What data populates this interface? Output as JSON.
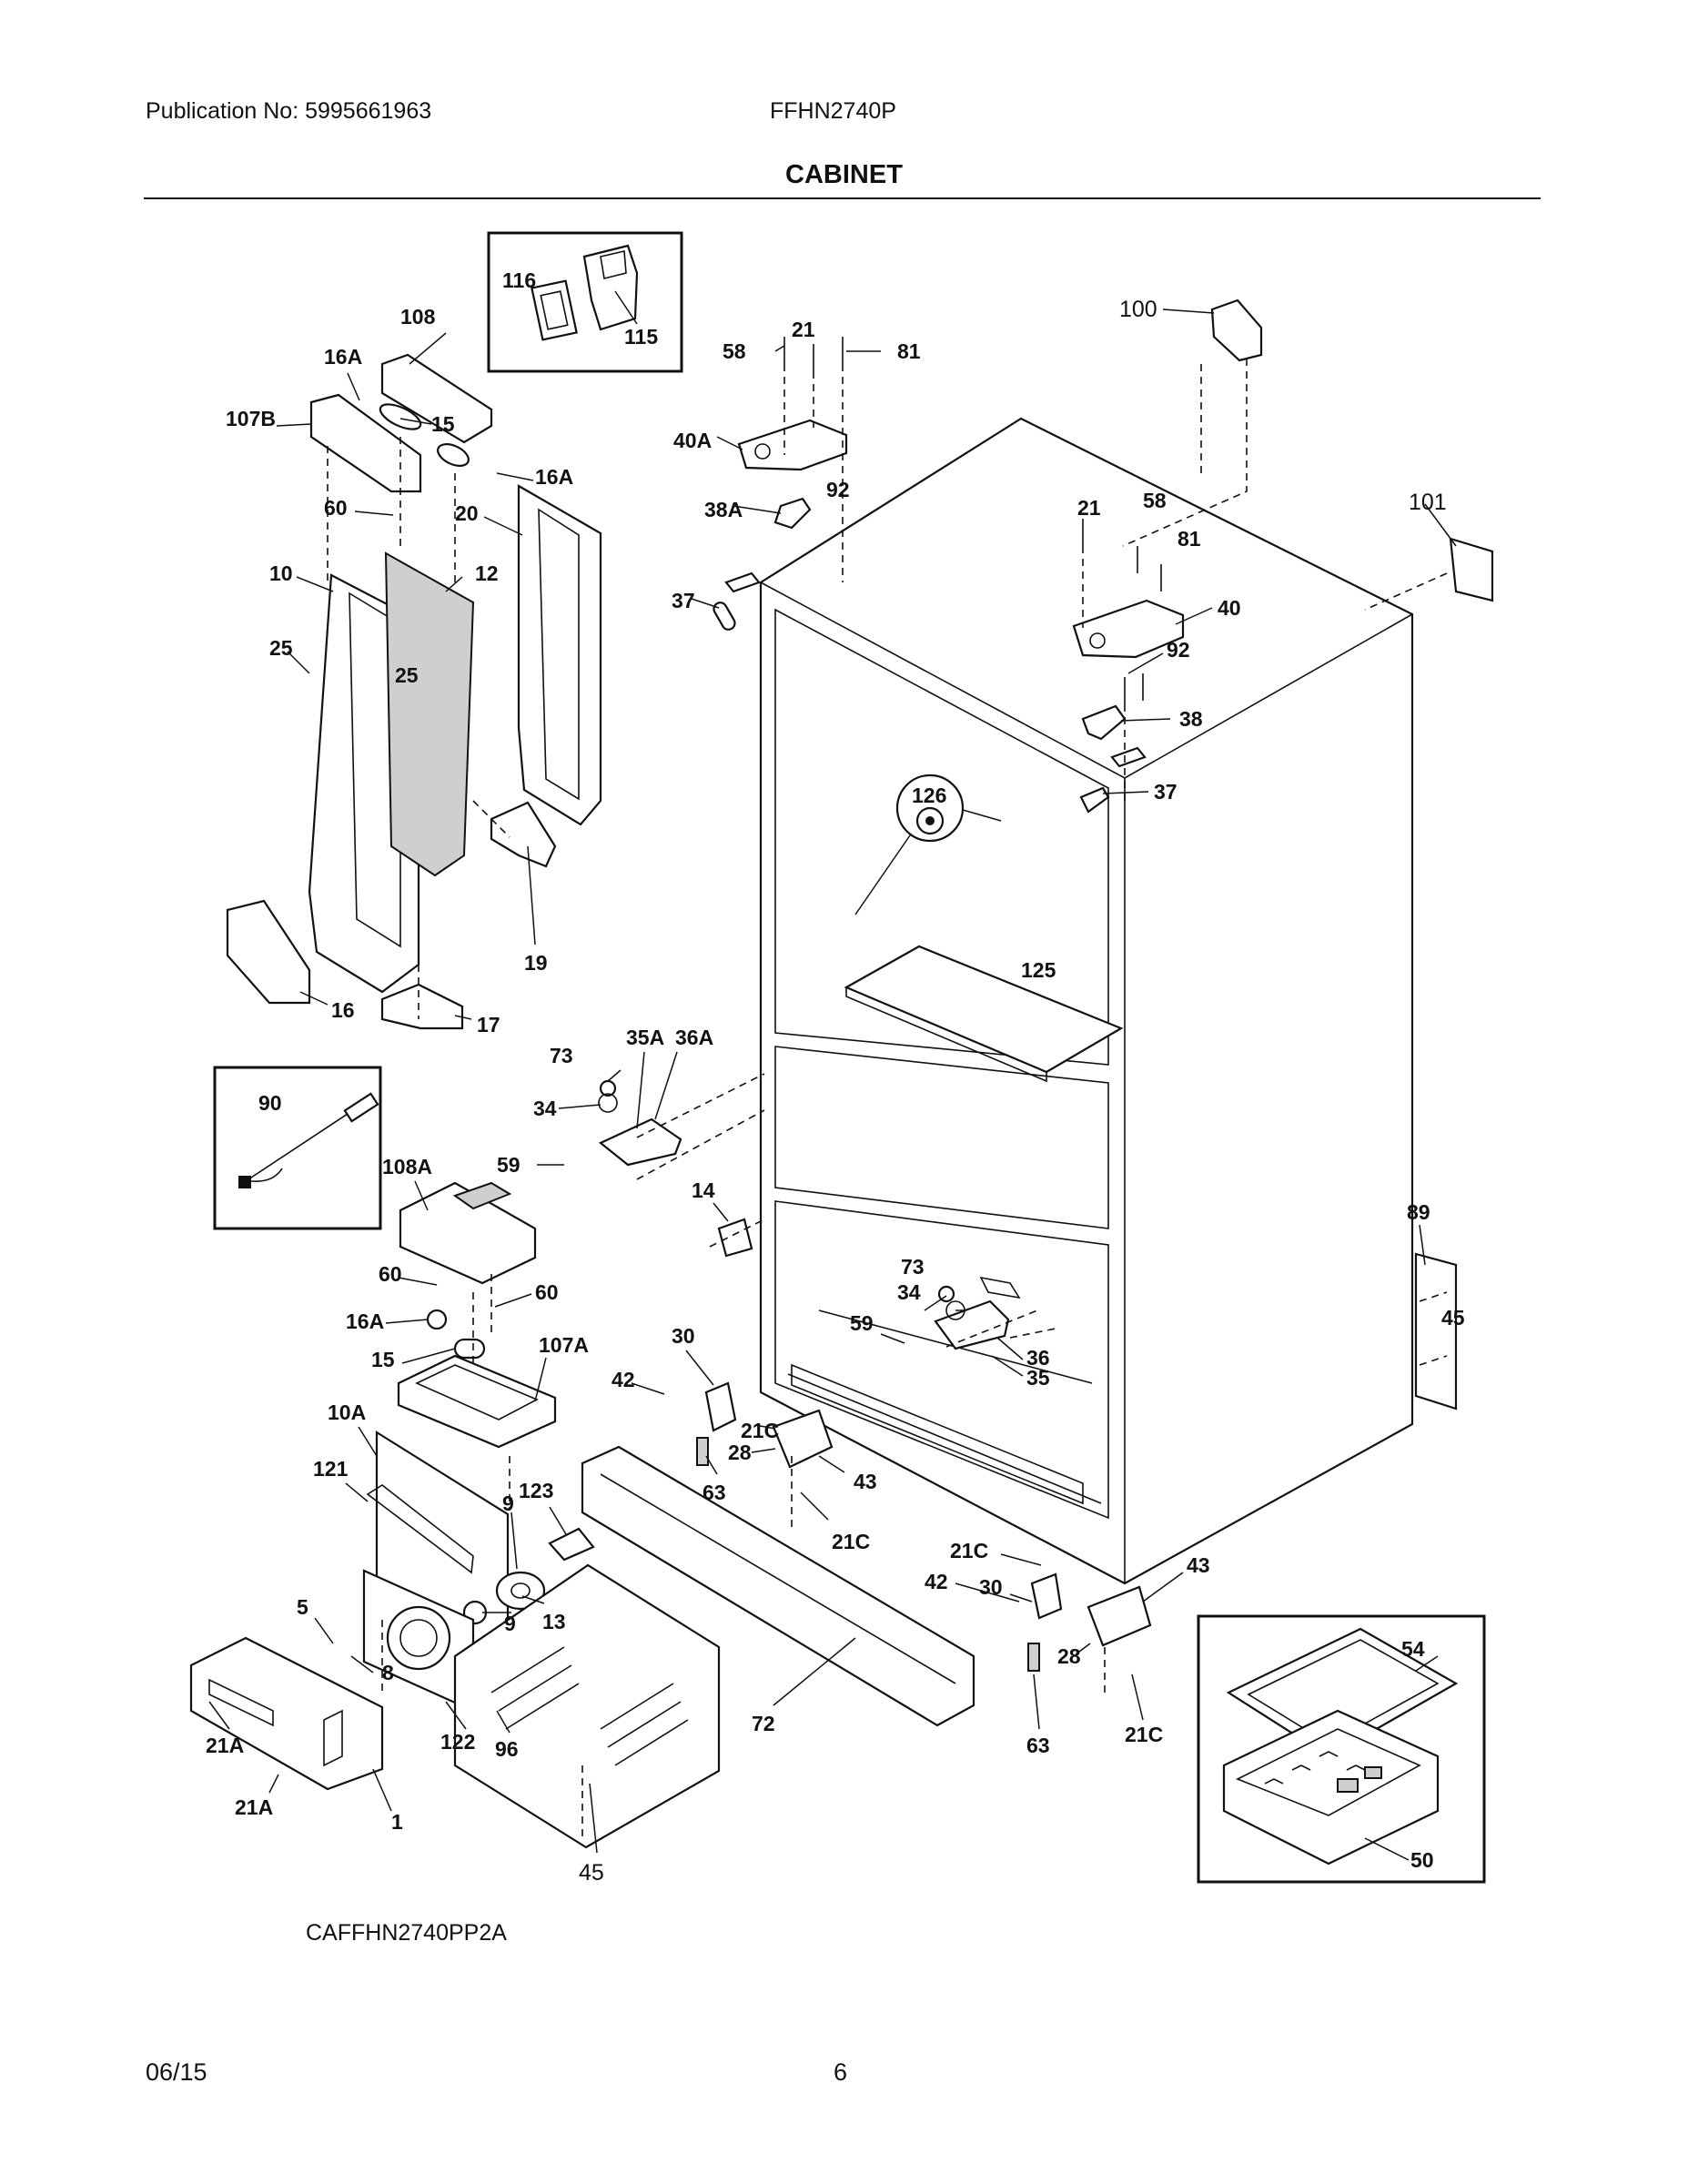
{
  "header": {
    "publication": "Publication No: 5995661963",
    "model": "FFHN2740P",
    "title": "CABINET"
  },
  "footer": {
    "date": "06/15",
    "page": "6",
    "diagram_code": "CAFFHN2740PP2A"
  },
  "callouts": {
    "c116": "116",
    "c115": "115",
    "c108": "108",
    "c16A_top": "16A",
    "c107B": "107B",
    "c15_top": "15",
    "c16A_mid": "16A",
    "c60_top": "60",
    "c20": "20",
    "c10": "10",
    "c12": "12",
    "c25_a": "25",
    "c25_b": "25",
    "c19": "19",
    "c16": "16",
    "c17": "17",
    "c58_a": "58",
    "c21_a": "21",
    "c81_a": "81",
    "c40A": "40A",
    "c92_a": "92",
    "c38A": "38A",
    "c37_a": "37",
    "c100": "100",
    "c101": "101",
    "c21_b": "21",
    "c58_b": "58",
    "c81_b": "81",
    "c40": "40",
    "c92_b": "92",
    "c38": "38",
    "c37_b": "37",
    "c126": "126",
    "c125": "125",
    "c90": "90",
    "c108A": "108A",
    "c73_a": "73",
    "c35A": "35A",
    "c36A": "36A",
    "c34_a": "34",
    "c59_a": "59",
    "c14": "14",
    "c60_b": "60",
    "c60_c": "60",
    "c16A_low": "16A",
    "c15_low": "15",
    "c107A": "107A",
    "c10A": "10A",
    "c121": "121",
    "c30_a": "30",
    "c42_a": "42",
    "c21C_a": "21C",
    "c28_a": "28",
    "c63_a": "63",
    "c43_a": "43",
    "c21C_b": "21C",
    "c123": "123",
    "c9_a": "9",
    "c9_b": "9",
    "c13": "13",
    "c5": "5",
    "c8": "8",
    "c21A_a": "21A",
    "c21A_b": "21A",
    "c1": "1",
    "c122": "122",
    "c96": "96",
    "c45_a": "45",
    "c72": "72",
    "c73_b": "73",
    "c34_b": "34",
    "c59_b": "59",
    "c36": "36",
    "c35": "35",
    "c21C_c": "21C",
    "c42_b": "42",
    "c30_b": "30",
    "c43_b": "43",
    "c28_b": "28",
    "c63_b": "63",
    "c21C_d": "21C",
    "c89": "89",
    "c45_b": "45",
    "c54": "54",
    "c50": "50"
  }
}
